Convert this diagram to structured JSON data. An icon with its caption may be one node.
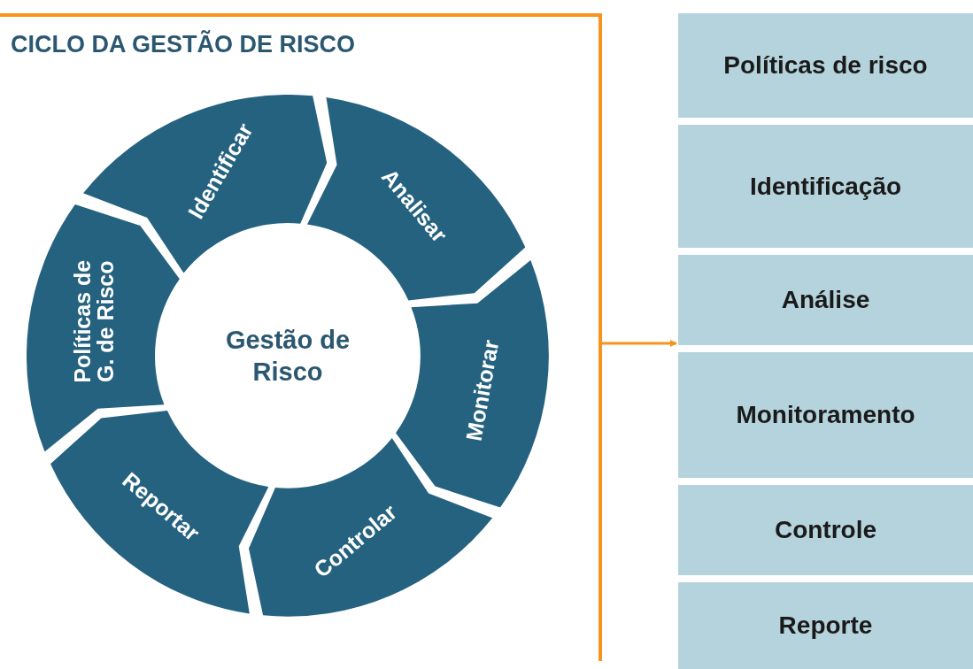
{
  "diagram": {
    "title": "CICLO DA GESTÃO DE RISCO",
    "nodes": [
      {
        "text": [],
        "shape": "bracket"
      },
      {
        "text": [
          "Gestão de Risco"
        ],
        "in": 0
      },
      {
        "text": [
          "Identificar"
        ],
        "in": 0
      },
      {
        "text": [
          "Analisar"
        ],
        "in": 0
      },
      {
        "text": [
          "Monitorar"
        ],
        "in": 0
      },
      {
        "text": [
          "Controlar"
        ],
        "in": 0
      },
      {
        "text": [
          "Reportar"
        ],
        "in": 0
      },
      {
        "text": [
          "Políticas de G. de Risco"
        ],
        "in": 0
      },
      {
        "text": [
          "Políticas de risco"
        ]
      },
      {
        "text": [
          "Identificação"
        ]
      },
      {
        "text": [
          "Análise"
        ]
      },
      {
        "text": [
          "Monitoramento"
        ]
      },
      {
        "text": [
          "Controle"
        ]
      },
      {
        "text": [
          "Reporte"
        ]
      }
    ],
    "edges": [
      {
        "from": 0,
        "to": 10,
        "arrow": "to"
      }
    ]
  }
}
